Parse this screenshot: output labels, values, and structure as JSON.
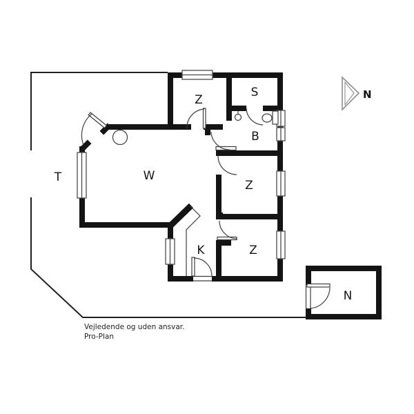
{
  "plan": {
    "rooms": [
      {
        "id": "bedroom-top",
        "label": "Z"
      },
      {
        "id": "utility-room",
        "label": "S"
      },
      {
        "id": "bathroom",
        "label": "B"
      },
      {
        "id": "living-room",
        "label": "W"
      },
      {
        "id": "bedroom-middle",
        "label": "Z"
      },
      {
        "id": "bedroom-bottom",
        "label": "Z"
      },
      {
        "id": "kitchen",
        "label": "K"
      },
      {
        "id": "terrace",
        "label": "T"
      },
      {
        "id": "annex",
        "label": "N"
      }
    ],
    "compass": {
      "label": "N"
    },
    "footer": {
      "line1": "Vejledende og uden ansvar.",
      "line2": "Pro-Plan"
    },
    "colors": {
      "wall": "#141414",
      "thin_line": "#3d3d3d",
      "boundary": "#1f1f1f",
      "compass": "#8d8d8d",
      "window_frame": "#4a4a4a",
      "background": "#ffffff"
    }
  }
}
